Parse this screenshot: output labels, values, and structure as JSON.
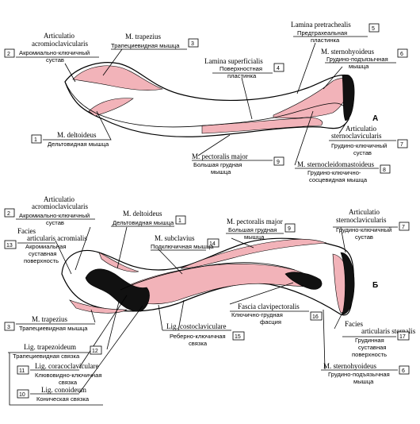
{
  "panels": {
    "top": "А",
    "bottom": "Б"
  },
  "top_labels": [
    {
      "num": "1",
      "latin": "M. deltoideus",
      "russian": [
        "Дельтовидная мышца"
      ]
    },
    {
      "num": "2",
      "latin": "Articulatio acromioclavicularis",
      "russian": [
        "Акромиально-ключичный",
        "сустав"
      ]
    },
    {
      "num": "3",
      "latin": "M. trapezius",
      "russian": [
        "Трапециевидная мышца"
      ]
    },
    {
      "num": "4",
      "latin": "Lamina superficialis",
      "russian": [
        "Поверхностная",
        "пластинка"
      ]
    },
    {
      "num": "5",
      "latin": "Lamina pretrachealis",
      "russian": [
        "Предтрахеальная",
        "пластинка"
      ]
    },
    {
      "num": "6",
      "latin": "M. sternohyoideus",
      "russian": [
        "Грудино-подъязычная",
        "мышца"
      ]
    },
    {
      "num": "7",
      "latin": "Articulatio sternoclavicularis",
      "russian": [
        "Грудино-ключичный",
        "сустав"
      ]
    },
    {
      "num": "8",
      "latin": "M. sternocleidomastoideus",
      "russian": [
        "Грудино-ключично-",
        "сосцевидная мышца"
      ]
    },
    {
      "num": "9",
      "latin": "M. pectoralis major",
      "russian": [
        "Большая грудная",
        "мышца"
      ]
    }
  ],
  "bottom_labels": [
    {
      "num": "1",
      "latin": "M. deltoideus",
      "russian": [
        "Дельтовидная мышца"
      ]
    },
    {
      "num": "2",
      "latin": "Articulatio acromioclavicularis",
      "russian": [
        "Акромиально-ключичный",
        "сустав"
      ]
    },
    {
      "num": "3",
      "latin": "M. trapezius",
      "russian": [
        "Трапециевидная мышца"
      ]
    },
    {
      "num": "6",
      "latin": "M. sternohyoideus",
      "russian": [
        "Грудино-подъязычная",
        "мышца"
      ]
    },
    {
      "num": "7",
      "latin": "Articulatio sternoclavicularis",
      "russian": [
        "Грудино-ключичный",
        "сустав"
      ]
    },
    {
      "num": "9",
      "latin": "M. pectoralis major",
      "russian": [
        "Большая грудная",
        "мышца"
      ]
    },
    {
      "num": "10",
      "latin": "Lig. conoideum",
      "russian": [
        "Коническая связка"
      ]
    },
    {
      "num": "11",
      "latin": "Lig. coracoclaviculare",
      "russian": [
        "Клювовидно-ключичная",
        "связка"
      ]
    },
    {
      "num": "12",
      "latin": "Lig. trapezoideum",
      "russian": [
        "Трапециевидная связка"
      ]
    },
    {
      "num": "13",
      "latin": "Facies articularis acromialis",
      "russian": [
        "Акромиальная",
        "суставная",
        "поверхность"
      ]
    },
    {
      "num": "14",
      "latin": "M. subclavius",
      "russian": [
        "Подключичная мышца"
      ]
    },
    {
      "num": "15",
      "latin": "Lig. costoclaviculare",
      "russian": [
        "Реберно-ключичная",
        "связка"
      ]
    },
    {
      "num": "16",
      "latin": "Fascia clavipectoralis",
      "russian": [
        "Ключично-грудная",
        "фасция"
      ]
    },
    {
      "num": "17",
      "latin": "Facies articularis sternalis",
      "russian": [
        "Грудинная",
        "суставная",
        "поверхность"
      ]
    }
  ]
}
